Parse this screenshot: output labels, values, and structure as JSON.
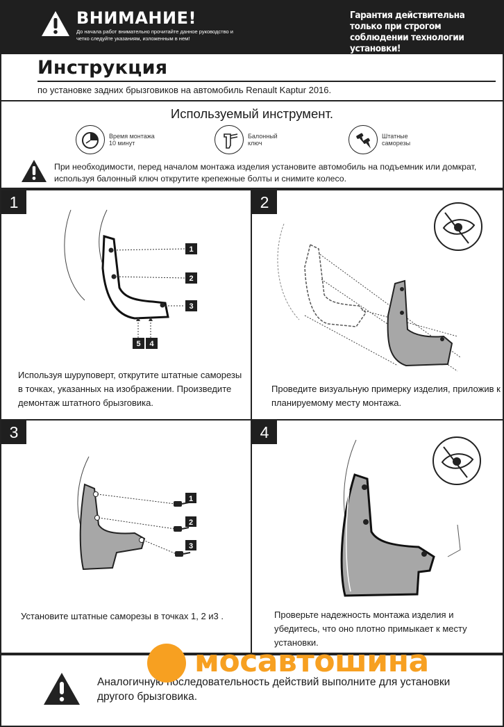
{
  "header": {
    "warning_title": "ВНИМАНИЕ!",
    "warning_text": "До начала работ внимательно прочитайте данное руководство и четко следуйте указаниям, изложенным в нем!",
    "guarantee_text": "Гарантия действительна только при строгом соблюдении технологии установки!"
  },
  "title": {
    "heading": "Инструкция",
    "subtitle": "по установке задних брызговиков на автомобиль Renault Kaptur 2016."
  },
  "tools": {
    "title": "Используемый инструмент.",
    "items": [
      {
        "icon": "clock-icon",
        "label_line1": "Время монтажа",
        "label_line2": "10 минут"
      },
      {
        "icon": "wrench-icon",
        "label_line1": "Балонный",
        "label_line2": "ключ"
      },
      {
        "icon": "screws-icon",
        "label_line1": "Штатные",
        "label_line2": "саморезы"
      }
    ],
    "note": "При необходимости, перед началом монтажа изделия установите автомобиль  на подъемник или домкрат,  используя балонный ключ открутите крепежные болты и снимите колесо."
  },
  "steps": [
    {
      "number": "1",
      "text": "Используя шуруповерт, открутите штатные саморезы  в точках, указанных на изображении. Произведите демонтаж штатного брызговика.",
      "markers": [
        "1",
        "2",
        "3",
        "5",
        "4"
      ]
    },
    {
      "number": "2",
      "text": "Проведите визуальную примерку изделия, приложив к планируемому месту монтажа."
    },
    {
      "number": "3",
      "text": "Установите штатные саморезы в точках 1, 2 и3 .",
      "markers": [
        "1",
        "2",
        "3"
      ]
    },
    {
      "number": "4",
      "text": "Проверьте надежность монтажа изделия и убедитесь, что оно плотно примыкает к месту установки."
    }
  ],
  "footer": {
    "text": "Аналогичную последовательность действий выполните для установки другого брызговика."
  },
  "brand": {
    "name": "мосавтошина",
    "color": "#f7a021"
  }
}
